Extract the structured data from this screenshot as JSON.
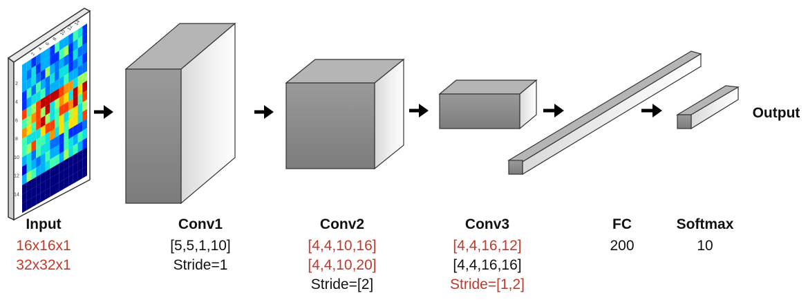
{
  "colors": {
    "red_text": "#c0392b",
    "black_text": "#111111",
    "block_front": "#8c8c8c",
    "block_top": "#bdbdbd",
    "arrow": "#000000"
  },
  "input": {
    "title": "Input",
    "lines": [
      "16x16x1",
      "32x32x1"
    ],
    "axis_ticks": [
      "2",
      "4",
      "6",
      "8",
      "10",
      "12",
      "14"
    ]
  },
  "conv1": {
    "title": "Conv1",
    "lines": [
      "[5,5,1,10]",
      "Stride=1"
    ]
  },
  "conv2": {
    "title": "Conv2",
    "lines": [
      "[4,4,10,16]",
      "[4,4,10,20]",
      "Stride=[2]"
    ]
  },
  "conv3": {
    "title": "Conv3",
    "lines": [
      "[4,4,16,12]",
      "[4,4,16,16]",
      "Stride=[1,2]"
    ]
  },
  "fc": {
    "title": "FC",
    "lines": [
      "200"
    ]
  },
  "softmax": {
    "title": "Softmax",
    "lines": [
      "10"
    ]
  },
  "output": {
    "title": "Output"
  }
}
